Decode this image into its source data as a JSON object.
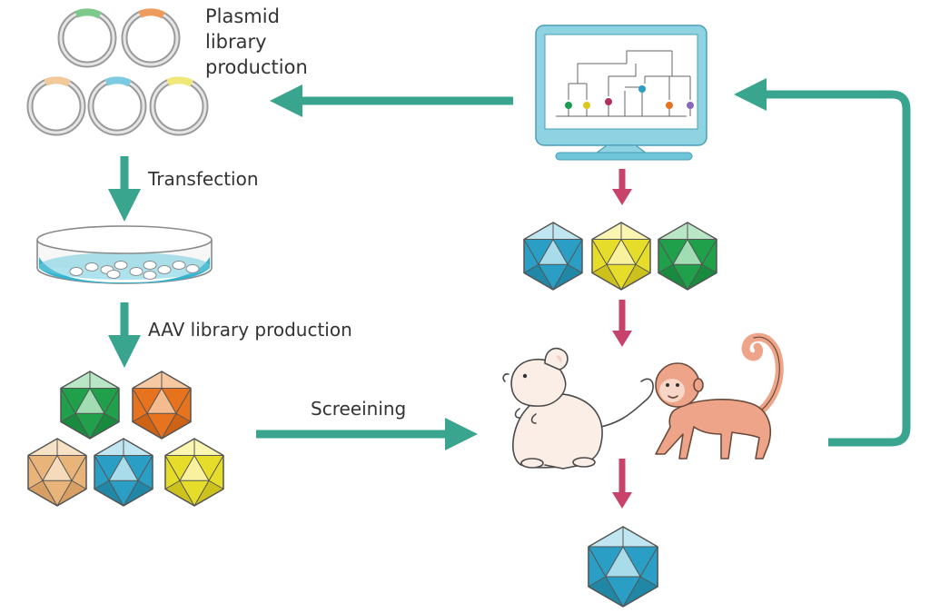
{
  "labels": {
    "plasmid": [
      "Plasmid",
      "library",
      "production"
    ],
    "transfection": "Transfection",
    "aav_production": "AAV library production",
    "screening": "Screeining"
  },
  "colors": {
    "arrow_teal": "#3aa58f",
    "arrow_pink": "#c8436b",
    "capsid_green": "#20a04a",
    "capsid_orange": "#e8731e",
    "capsid_peach": "#e8b47a",
    "capsid_blue": "#2a9ec4",
    "capsid_yellow": "#e6dc2a",
    "monitor_frame": "#8fd3e2",
    "mouse_body": "#fbeee6",
    "monkey_body": "#eda489"
  },
  "icons": {
    "plasmids": [
      "plasmid-green-icon",
      "plasmid-orange-icon",
      "plasmid-peach-icon",
      "plasmid-blue-icon",
      "plasmid-yellow-icon"
    ],
    "library_capsids": [
      "green",
      "orange",
      "peach",
      "blue",
      "yellow"
    ],
    "selected_capsids": [
      "blue",
      "yellow",
      "green"
    ],
    "final_capsid": "blue"
  }
}
